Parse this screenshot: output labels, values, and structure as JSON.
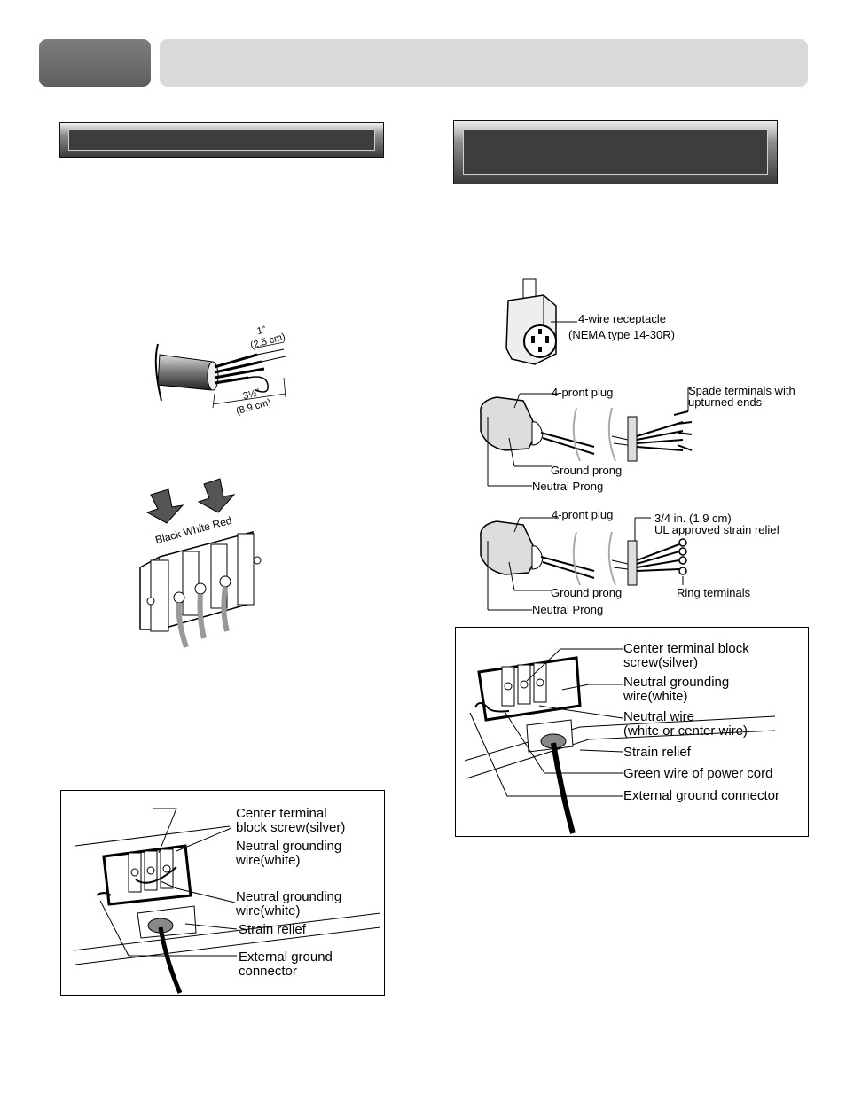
{
  "strip_diagram": {
    "dim_short": "1\"",
    "dim_short_metric": "(2.5 cm)",
    "dim_long": "3½\"",
    "dim_long_metric": "(8.9 cm)"
  },
  "terminal_block": {
    "wire_colors": "Black White Red"
  },
  "fig_left": {
    "center_screw_1": "Center terminal",
    "center_screw_2": "block screw(silver)",
    "neutral_a_1": "Neutral grounding",
    "neutral_a_2": "wire(white)",
    "neutral_b_1": "Neutral grounding",
    "neutral_b_2": "wire(white)",
    "strain_relief": "Strain relief",
    "ext_ground_1": "External ground",
    "ext_ground_2": "connector"
  },
  "receptacle": {
    "label_1": "4-wire receptacle",
    "label_2": "(NEMA type 14-30R)"
  },
  "plug_spade": {
    "plug": "4-pront plug",
    "ground": "Ground prong",
    "neutral": "Neutral Prong",
    "terminals_1": "Spade terminals with",
    "terminals_2": "upturned ends"
  },
  "plug_ring": {
    "plug": "4-pront plug",
    "ground": "Ground prong",
    "neutral": "Neutral Prong",
    "relief_1": "3/4 in. (1.9 cm)",
    "relief_2": "UL approved strain relief",
    "terminals": "Ring terminals"
  },
  "fig_right": {
    "center_screw_1": "Center terminal block",
    "center_screw_2": "screw(silver)",
    "neutral_grounding_1": "Neutral grounding",
    "neutral_grounding_2": "wire(white)",
    "neutral_wire_1": "Neutral wire",
    "neutral_wire_2": "(white or center wire)",
    "strain_relief": "Strain relief",
    "green_wire": "Green wire of power cord",
    "ext_ground": "External ground connector"
  },
  "colors": {
    "header_tab": "#6e6e6e",
    "header_bar": "#d9d9d9",
    "plate_dark": "#3d3d3d"
  }
}
